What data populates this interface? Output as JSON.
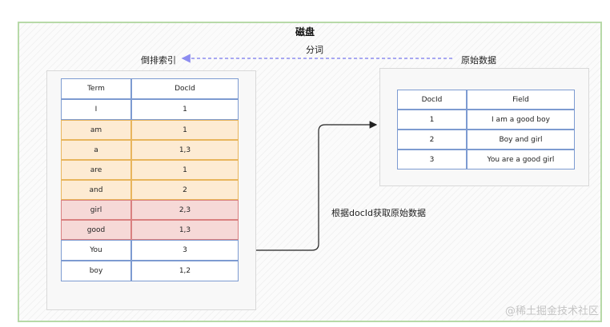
{
  "diagram": {
    "title": "磁盘",
    "inverted_label": "倒排索引",
    "source_label": "原始数据",
    "tokenize_label": "分词",
    "fetch_label": "根据docId获取原始数据",
    "watermark": "@稀土掘金技术社区"
  },
  "inverted_table": {
    "headers": [
      "Term",
      "DocId"
    ],
    "rows": [
      {
        "term": "I",
        "docid": "1",
        "color": "blue"
      },
      {
        "term": "am",
        "docid": "1",
        "color": "yellow"
      },
      {
        "term": "a",
        "docid": "1,3",
        "color": "yellow"
      },
      {
        "term": "are",
        "docid": "1",
        "color": "yellow"
      },
      {
        "term": "and",
        "docid": "2",
        "color": "yellow"
      },
      {
        "term": "girl",
        "docid": "2,3",
        "color": "red"
      },
      {
        "term": "good",
        "docid": "1,3",
        "color": "red"
      },
      {
        "term": "You",
        "docid": "3",
        "color": "blue"
      },
      {
        "term": "boy",
        "docid": "1,2",
        "color": "blue"
      }
    ]
  },
  "source_table": {
    "headers": [
      "DocId",
      "Field"
    ],
    "rows": [
      {
        "docid": "1",
        "field": "I am a good boy"
      },
      {
        "docid": "2",
        "field": "Boy and  girl"
      },
      {
        "docid": "3",
        "field": "You are a good girl"
      }
    ]
  },
  "colors": {
    "blue_border": "#7d9bd1",
    "yellow_fill": "#fdebd3",
    "red_fill": "#f6d9d7",
    "tokenize_arrow": "#8c8cf0"
  }
}
